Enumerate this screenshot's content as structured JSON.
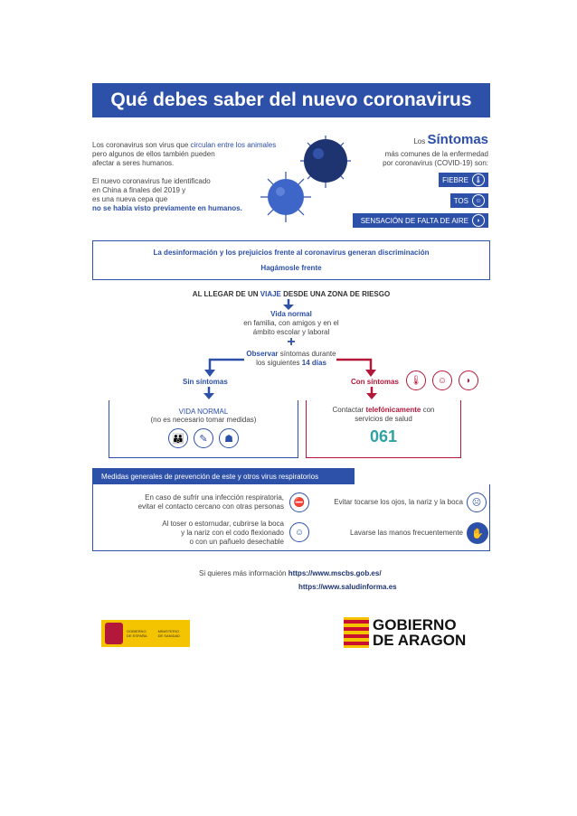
{
  "header": {
    "title": "Qué debes saber del nuevo coronavirus"
  },
  "intro": {
    "p1_line1_a": "Los coronavirus son virus que ",
    "p1_line1_b": "circulan entre los animales",
    "p1_line2": "pero algunos de ellos también pueden",
    "p1_line3": "afectar a seres humanos.",
    "p2_line1": "El nuevo coronavirus fue identificado",
    "p2_line2": "en China a finales del 2019 y",
    "p2_line3": "es una nueva cepa que",
    "p2_line4": "no se había visto previamente en humanos."
  },
  "symptoms": {
    "prefix": "Los ",
    "title": "Síntomas",
    "line1": "más comunes de la enfermedad",
    "line2": "por coronavirus (COVID-19) son:",
    "items": [
      "FIEBRE",
      "TOS",
      "SENSACIÓN DE FALTA DE AIRE"
    ]
  },
  "discrimination": {
    "line1": "La desinformación y los prejuicios frente al coronavirus generan discriminación",
    "line2": "Hagámosle frente"
  },
  "travel": {
    "heading_a": "AL LLEGAR DE UN ",
    "heading_b": "VIAJE",
    "heading_c": " DESDE UNA ZONA DE RIESGO",
    "normal_life": "Vida normal",
    "normal_line1": "en familia, con amigos y en el",
    "normal_line2": "ámbito escolar y laboral",
    "plus": "+",
    "observe_a": "Observar",
    "observe_b": " síntomas durante",
    "observe_line2_a": "los siguientes ",
    "observe_line2_b": "14 días",
    "without": "Sin síntomas",
    "with": "Con síntomas",
    "left_box_title": "VIDA NORMAL",
    "left_box_sub": "(no es necesario tomar medidas)",
    "right_box_a": "Contactar ",
    "right_box_b": "telefónicamente",
    "right_box_c": " con",
    "right_box_line2": "servicios de salud",
    "phone": "061"
  },
  "prevention": {
    "title": "Medidas generales de prevención de este y otros virus respiratorios",
    "m1_line1": "En caso de sufrir una infección respiratoria,",
    "m1_line2": "evitar el contacto cercano con otras personas",
    "m2": "Evitar tocarse los ojos, la nariz y la boca",
    "m3_line1": "Al toser o estornudar, cubrirse la boca",
    "m3_line2": "y la nariz con el codo flexionado",
    "m3_line3": "o con un pañuelo desechable",
    "m4": "Lavarse las manos frecuentemente"
  },
  "more_info": {
    "prefix": "Si quieres más información ",
    "url1": "https://www.mscbs.gob.es/",
    "url2": "https://www.saludinforma.es"
  },
  "logos": {
    "gov_left_1": "GOBIERNO",
    "gov_left_2": "DE ESPAÑA",
    "ministry_1": "MINISTERIO",
    "ministry_2": "DE SANIDAD",
    "aragon_1": "GOBIERNO",
    "aragon_2": "DE ARAGON"
  },
  "colors": {
    "blue": "#2d50a8",
    "red": "#b3183a",
    "teal": "#2fa3a3",
    "yellow": "#f5c400"
  }
}
